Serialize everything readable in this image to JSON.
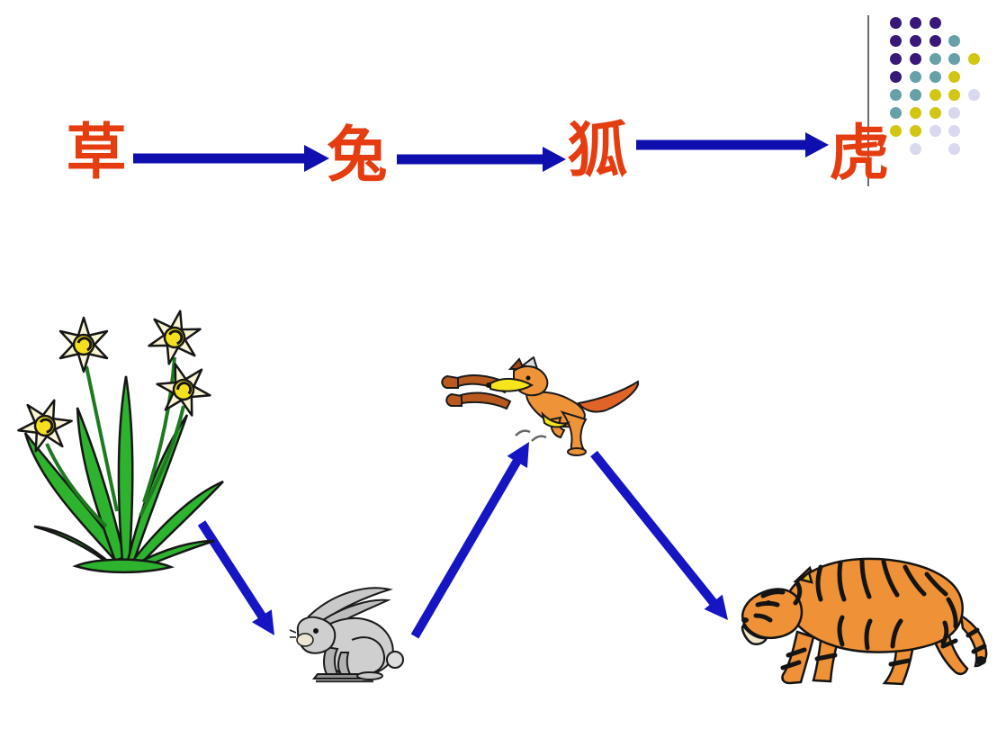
{
  "slide": {
    "background": "#ffffff"
  },
  "food_chain": {
    "text_color": "#e53c10",
    "arrow_color": "#0f0fb0",
    "nodes": [
      {
        "label": "草"
      },
      {
        "label": "兔"
      },
      {
        "label": "狐"
      },
      {
        "label": "虎"
      }
    ]
  },
  "diagram": {
    "arrow_color": "#1515c4",
    "figures": [
      {
        "name": "daffodil-plant"
      },
      {
        "name": "gray-rabbit"
      },
      {
        "name": "leaping-fox"
      },
      {
        "name": "walking-tiger"
      }
    ],
    "links": [
      {
        "from": "daffodil-plant",
        "to": "gray-rabbit"
      },
      {
        "from": "gray-rabbit",
        "to": "leaping-fox"
      },
      {
        "from": "leaping-fox",
        "to": "walking-tiger"
      }
    ]
  },
  "decoration": {
    "line_color": "#6b6b6b",
    "dot_colors": {
      "p": "#38187a",
      "t": "#66a0a8",
      "y": "#d3c613",
      "l": "#d8d8ee"
    },
    "dot_grid": [
      "ppp..",
      "pppt.",
      "pptty",
      "ptty.",
      "ttyyl",
      "tyyl.",
      "yyll.",
      ".l.l."
    ]
  }
}
